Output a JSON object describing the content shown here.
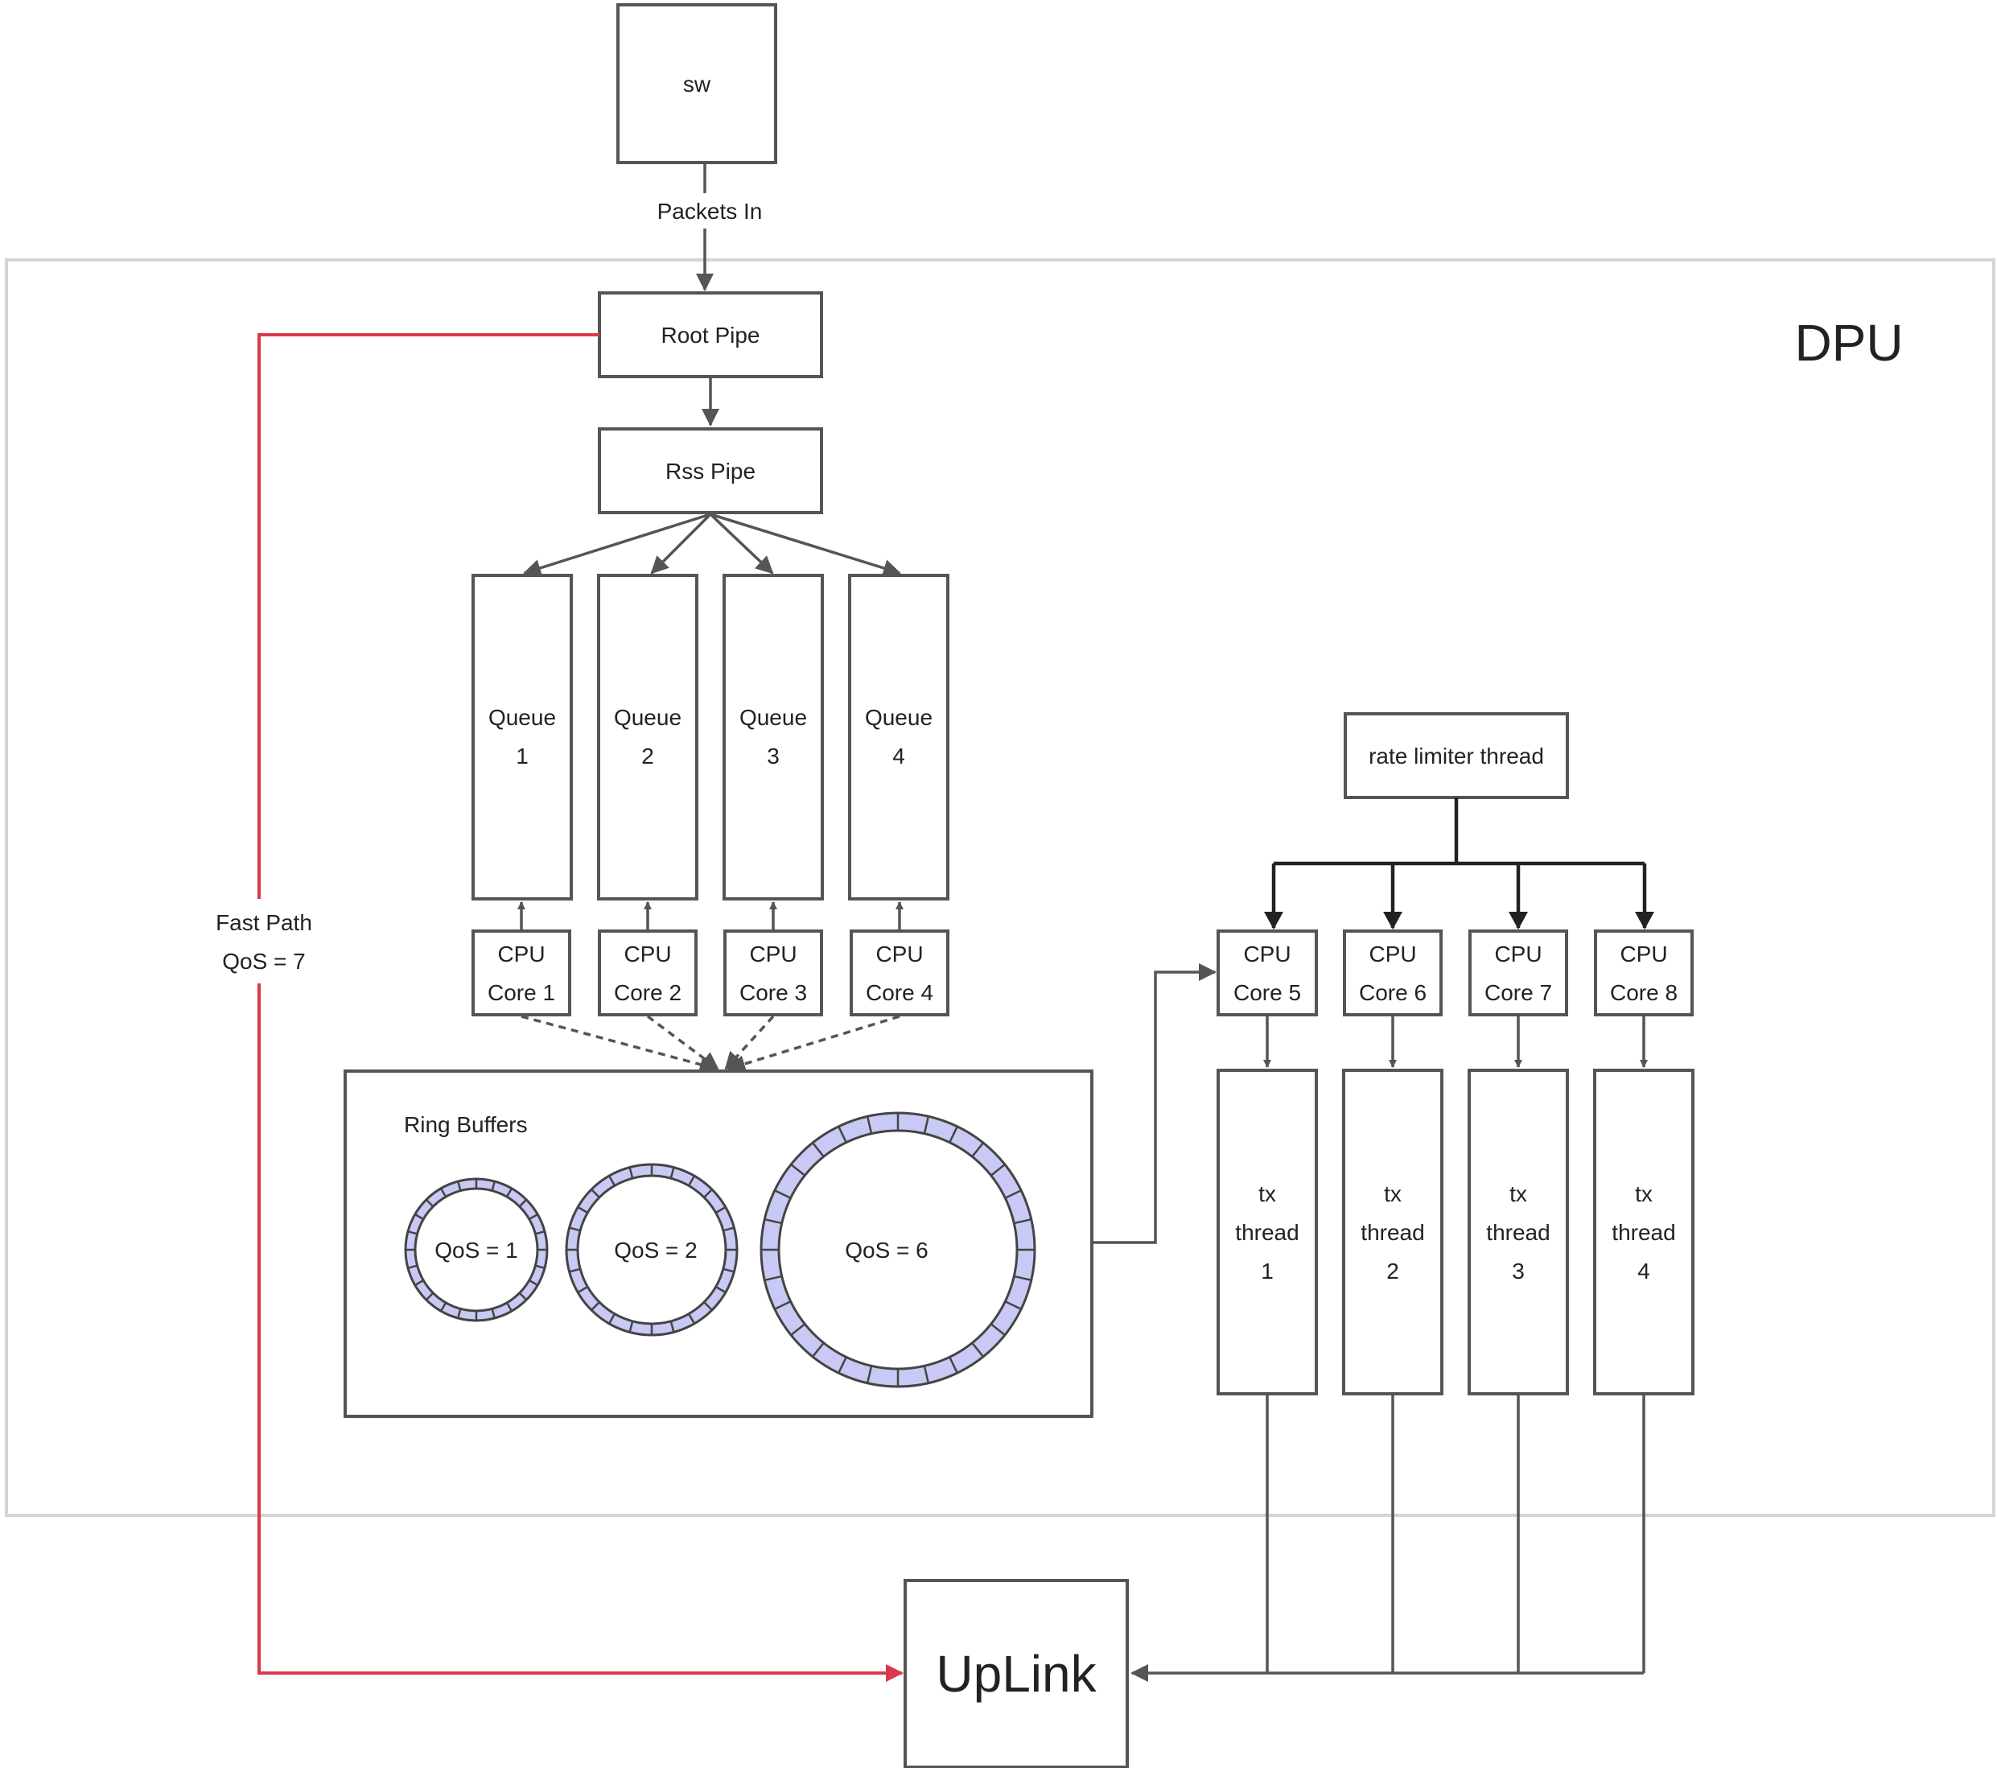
{
  "nodes": {
    "sw": "sw",
    "packets_in": "Packets In",
    "dpu": "DPU",
    "root_pipe": "Root Pipe",
    "rss_pipe": "Rss Pipe",
    "queues": [
      {
        "title": "Queue",
        "num": "1"
      },
      {
        "title": "Queue",
        "num": "2"
      },
      {
        "title": "Queue",
        "num": "3"
      },
      {
        "title": "Queue",
        "num": "4"
      }
    ],
    "cpu_cores_left": [
      {
        "line1": "CPU",
        "line2": "Core 1"
      },
      {
        "line1": "CPU",
        "line2": "Core 2"
      },
      {
        "line1": "CPU",
        "line2": "Core 3"
      },
      {
        "line1": "CPU",
        "line2": "Core 4"
      }
    ],
    "ring_buffers": {
      "title": "Ring Buffers",
      "rings": [
        "QoS = 1",
        "QoS = 2",
        "QoS = 6"
      ]
    },
    "rate_limiter": "rate limiter thread",
    "cpu_cores_right": [
      {
        "line1": "CPU",
        "line2": "Core 5"
      },
      {
        "line1": "CPU",
        "line2": "Core 6"
      },
      {
        "line1": "CPU",
        "line2": "Core 7"
      },
      {
        "line1": "CPU",
        "line2": "Core 8"
      }
    ],
    "tx_threads": [
      {
        "l1": "tx",
        "l2": "thread",
        "l3": "1"
      },
      {
        "l1": "tx",
        "l2": "thread",
        "l3": "2"
      },
      {
        "l1": "tx",
        "l2": "thread",
        "l3": "3"
      },
      {
        "l1": "tx",
        "l2": "thread",
        "l3": "4"
      }
    ],
    "fast_path": {
      "line1": "Fast Path",
      "line2": "QoS = 7"
    },
    "uplink": "UpLink"
  },
  "colors": {
    "fast_path": "#d93a4a",
    "ring_fill": "#c9c9f5",
    "stroke": "#555555"
  }
}
